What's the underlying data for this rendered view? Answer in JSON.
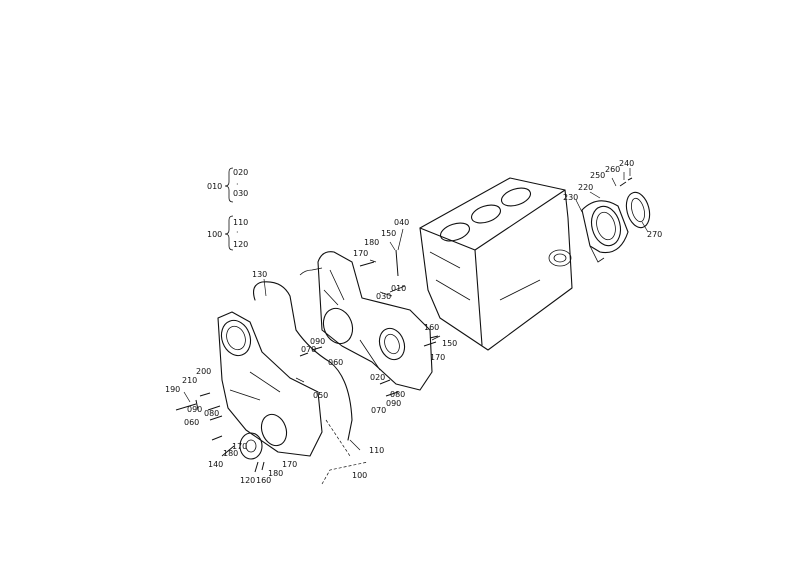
{
  "groups": [
    {
      "ref": "010",
      "items": [
        "020",
        "030"
      ]
    },
    {
      "ref": "100",
      "items": [
        "110",
        "120"
      ]
    }
  ],
  "callouts": [
    {
      "name": "callout-130",
      "text": "130"
    },
    {
      "name": "callout-190",
      "text": "190"
    },
    {
      "name": "callout-210",
      "text": "210"
    },
    {
      "name": "callout-200",
      "text": "200"
    },
    {
      "name": "callout-090-left",
      "text": "090"
    },
    {
      "name": "callout-080-left",
      "text": "080"
    },
    {
      "name": "callout-060-left",
      "text": "060"
    },
    {
      "name": "callout-140",
      "text": "140"
    },
    {
      "name": "callout-180-left",
      "text": "180"
    },
    {
      "name": "callout-170-left",
      "text": "170"
    },
    {
      "name": "callout-120",
      "text": "120"
    },
    {
      "name": "callout-160",
      "text": "160"
    },
    {
      "name": "callout-180-bottom",
      "text": "180"
    },
    {
      "name": "callout-170-bottom",
      "text": "170"
    },
    {
      "name": "callout-050",
      "text": "050"
    },
    {
      "name": "callout-070-mid",
      "text": "070"
    },
    {
      "name": "callout-090-mid",
      "text": "090"
    },
    {
      "name": "callout-060-mid",
      "text": "060"
    },
    {
      "name": "callout-170-top",
      "text": "170"
    },
    {
      "name": "callout-180-top",
      "text": "180"
    },
    {
      "name": "callout-150-top",
      "text": "150"
    },
    {
      "name": "callout-040",
      "text": "040"
    },
    {
      "name": "callout-030",
      "text": "030"
    },
    {
      "name": "callout-010",
      "text": "010"
    },
    {
      "name": "callout-020",
      "text": "020"
    },
    {
      "name": "callout-070-low",
      "text": "070"
    },
    {
      "name": "callout-080-low",
      "text": "080"
    },
    {
      "name": "callout-090-low",
      "text": "090"
    },
    {
      "name": "callout-160-right",
      "text": "160"
    },
    {
      "name": "callout-150-right",
      "text": "150"
    },
    {
      "name": "callout-170-right",
      "text": "170"
    },
    {
      "name": "callout-110",
      "text": "110"
    },
    {
      "name": "callout-100",
      "text": "100"
    },
    {
      "name": "callout-230",
      "text": "230"
    },
    {
      "name": "callout-220",
      "text": "220"
    },
    {
      "name": "callout-250",
      "text": "250"
    },
    {
      "name": "callout-260",
      "text": "260"
    },
    {
      "name": "callout-240",
      "text": "240"
    },
    {
      "name": "callout-270",
      "text": "270"
    }
  ]
}
